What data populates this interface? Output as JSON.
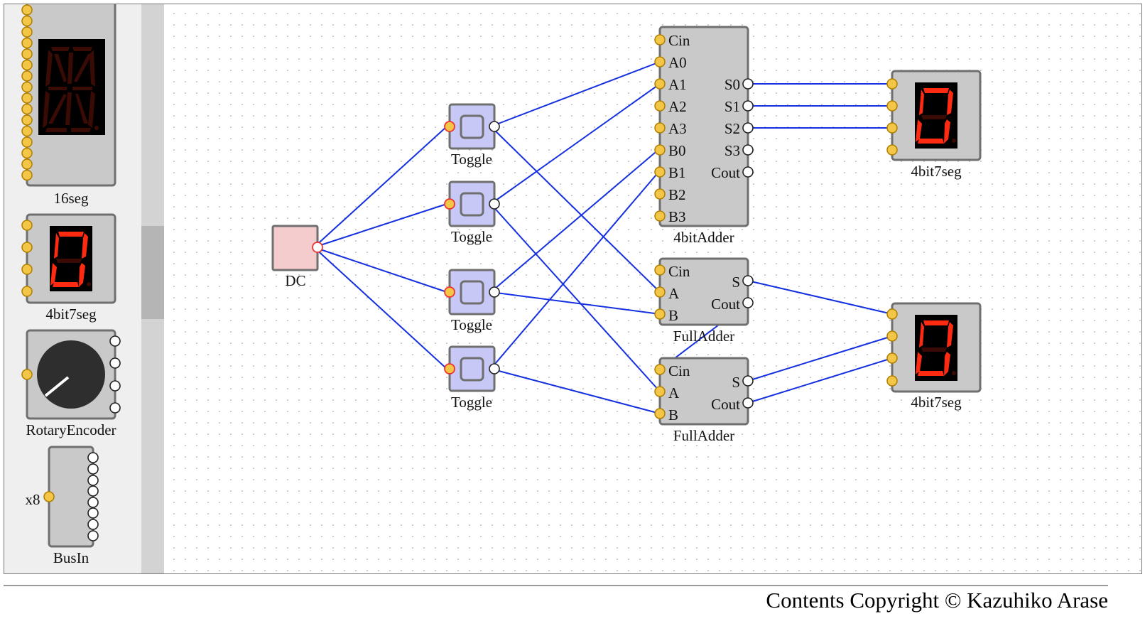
{
  "toolbox": {
    "items": [
      {
        "label": "16seg"
      },
      {
        "label": "4bit7seg"
      },
      {
        "label": "RotaryEncoder"
      },
      {
        "label": "BusIn",
        "bus_width_label": "x8"
      }
    ]
  },
  "workspace": {
    "dc": {
      "label": "DC"
    },
    "toggles": [
      {
        "label": "Toggle"
      },
      {
        "label": "Toggle"
      },
      {
        "label": "Toggle"
      },
      {
        "label": "Toggle"
      }
    ],
    "adder4": {
      "label": "4bitAdder",
      "inputs": [
        "Cin",
        "A0",
        "A1",
        "A2",
        "A3",
        "B0",
        "B1",
        "B2",
        "B3"
      ],
      "outputs": [
        "S0",
        "S1",
        "S2",
        "S3",
        "Cout"
      ]
    },
    "fulladders": [
      {
        "label": "FullAdder",
        "inputs": [
          "Cin",
          "A",
          "B"
        ],
        "outputs": [
          "S",
          "Cout"
        ]
      },
      {
        "label": "FullAdder",
        "inputs": [
          "Cin",
          "A",
          "B"
        ],
        "outputs": [
          "S",
          "Cout"
        ]
      }
    ],
    "displays": [
      {
        "label": "4bit7seg",
        "digit": "0"
      },
      {
        "label": "4bit7seg",
        "digit": "0"
      }
    ]
  },
  "colors": {
    "wire": "#1530e0",
    "segment_on": "#ff2a12",
    "segment_off": "#3a0a05",
    "toggle": "#c7c8f5",
    "dc": "#f5cccd",
    "pin_input": "#f3c648"
  },
  "footer": {
    "copyright": "Contents Copyright © Kazuhiko Arase"
  }
}
